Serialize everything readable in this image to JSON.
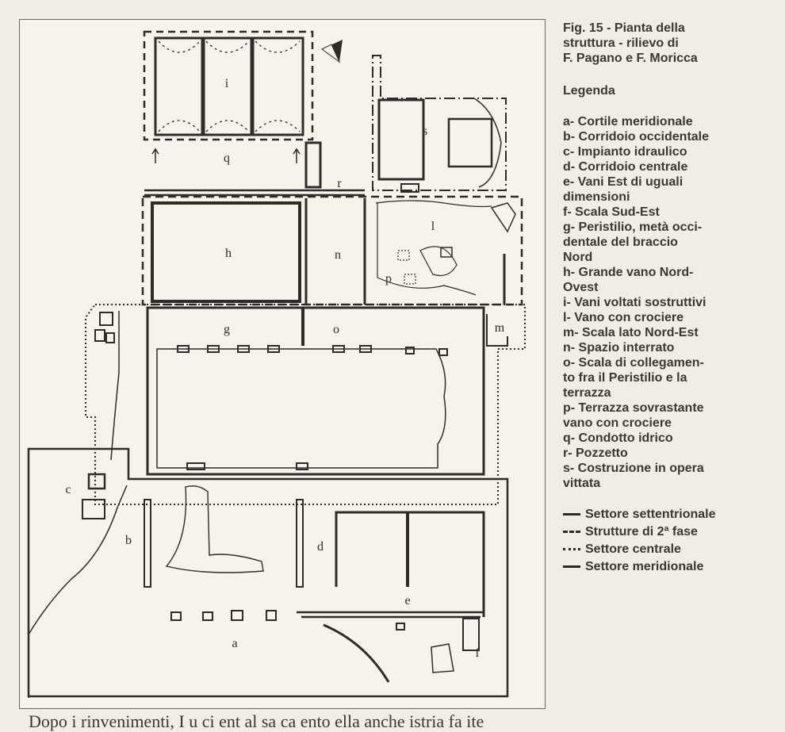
{
  "figure": {
    "caption": "Fig. 15 -  Pianta della\nstruttura - rilievo di\nF. Pagano e F. Moricca",
    "legend_title": "Legenda",
    "legend": [
      "a- Cortile meridionale",
      "b- Corridoio occidentale",
      "c- Impianto idraulico",
      "d- Corridoio centrale",
      "e- Vani Est di uguali\ndimensioni",
      "f- Scala Sud-Est",
      "g- Peristilio, metà occi-\ndentale del braccio\nNord",
      "h- Grande vano Nord-\nOvest",
      "i- Vani voltati sostruttivi",
      "l- Vano con crociere",
      "m- Scala lato Nord-Est",
      "n- Spazio interrato",
      "o- Scala di collegamen-\nto fra il Peristilio e la\nterrazza",
      "p- Terrazza sovrastante\nvano con crociere",
      "q- Condotto idrico",
      "r- Pozzetto",
      "s- Costruzione in opera\nvittata"
    ],
    "line_key": [
      {
        "style": "solid",
        "label": "Settore settentrionale"
      },
      {
        "style": "dashed",
        "label": "Strutture di 2ª fase"
      },
      {
        "style": "dotted",
        "label": "Settore centrale"
      },
      {
        "style": "solid",
        "label": "Settore meridionale"
      }
    ]
  },
  "plan_labels": {
    "a": "a",
    "b": "b",
    "c": "c",
    "d": "d",
    "e": "e",
    "f": "f",
    "g": "g",
    "h": "h",
    "i": "i",
    "l": "l",
    "m": "m",
    "n": "n",
    "o": "o",
    "p": "p",
    "q": "q",
    "r": "r",
    "s": "s"
  },
  "footer": "Dopo i rinvenimenti, I u ci ent al sa ca ento ella anche istria fa ite"
}
